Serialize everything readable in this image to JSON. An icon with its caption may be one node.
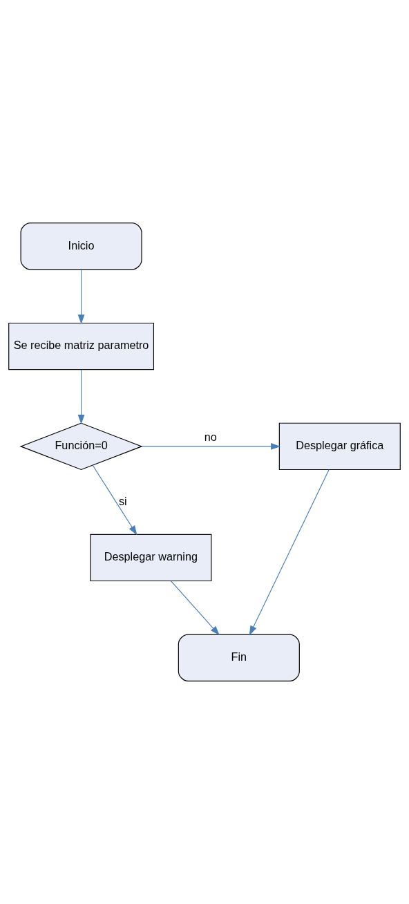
{
  "diagram": {
    "nodes": [
      {
        "text": [
          "Inicio"
        ]
      },
      {
        "text": [
          "Se recibe matriz parametro"
        ]
      },
      {
        "text": [
          "Función=0"
        ]
      },
      {
        "text": [
          "Desplegar gráfica"
        ]
      },
      {
        "text": [
          "Desplegar warning"
        ]
      },
      {
        "text": [
          "Fin"
        ]
      }
    ],
    "edges": [
      {
        "from": 0,
        "to": 1,
        "arrow": "to"
      },
      {
        "from": 1,
        "to": 2,
        "arrow": "to"
      },
      {
        "from": 2,
        "to": 3,
        "label": "no",
        "arrow": "to"
      },
      {
        "from": 2,
        "to": 4,
        "label": "si",
        "arrow": "to"
      },
      {
        "from": 4,
        "to": 5,
        "arrow": "to"
      },
      {
        "from": 3,
        "to": 5,
        "arrow": "to"
      }
    ]
  }
}
